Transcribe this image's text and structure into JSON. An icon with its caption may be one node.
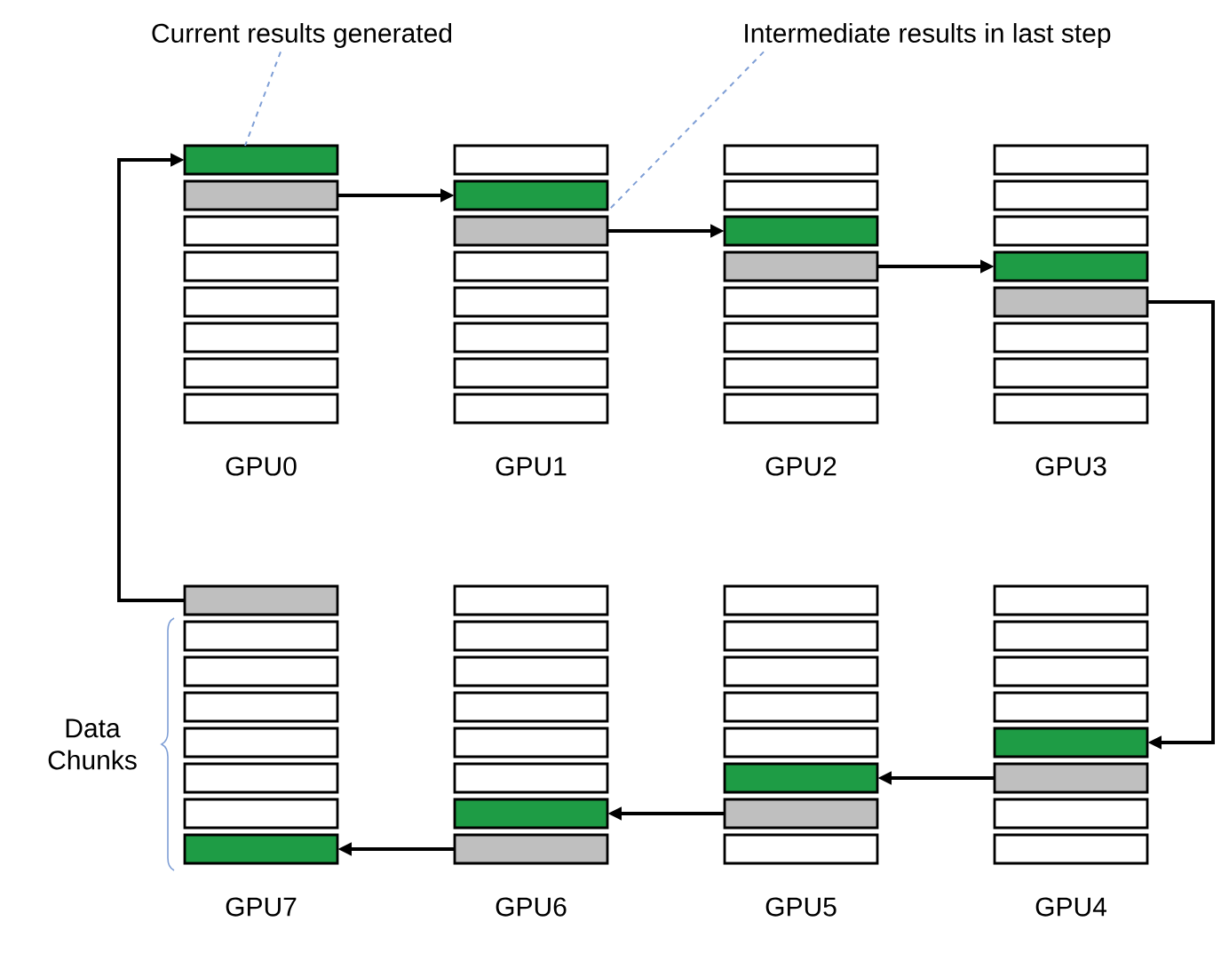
{
  "diagram": {
    "nodes": [
      {
        "text": [
          "Current results generated"
        ]
      },
      {
        "text": [
          "Intermediate results in last step"
        ]
      },
      {
        "text": [
          "GPU0"
        ]
      },
      {
        "text": [
          "GPU1"
        ]
      },
      {
        "text": [
          "GPU2"
        ]
      },
      {
        "text": [
          "GPU3"
        ]
      },
      {
        "text": [
          "GPU7"
        ]
      },
      {
        "text": [
          "GPU6"
        ]
      },
      {
        "text": [
          "GPU5"
        ]
      },
      {
        "text": [
          "GPU4"
        ]
      }
    ],
    "edges": [
      {
        "from": 2,
        "to": 3,
        "arrow": "to"
      },
      {
        "from": 3,
        "to": 4,
        "arrow": "to"
      },
      {
        "from": 4,
        "to": 5,
        "arrow": "to"
      },
      {
        "from": 5,
        "to": 9,
        "arrow": "to"
      },
      {
        "from": 9,
        "to": 8,
        "arrow": "to"
      },
      {
        "from": 8,
        "to": 7,
        "arrow": "to"
      },
      {
        "from": 7,
        "to": 6,
        "arrow": "to"
      },
      {
        "from": 6,
        "to": 2,
        "arrow": "to"
      },
      {
        "from": 0,
        "to": 2,
        "arrow": "none",
        "style": "dashed",
        "color": "#7f9fd6"
      },
      {
        "from": 1,
        "to": 3,
        "arrow": "none",
        "style": "dashed",
        "color": "#7f9fd6"
      }
    ],
    "labels": [
      "Data Chunks"
    ]
  }
}
